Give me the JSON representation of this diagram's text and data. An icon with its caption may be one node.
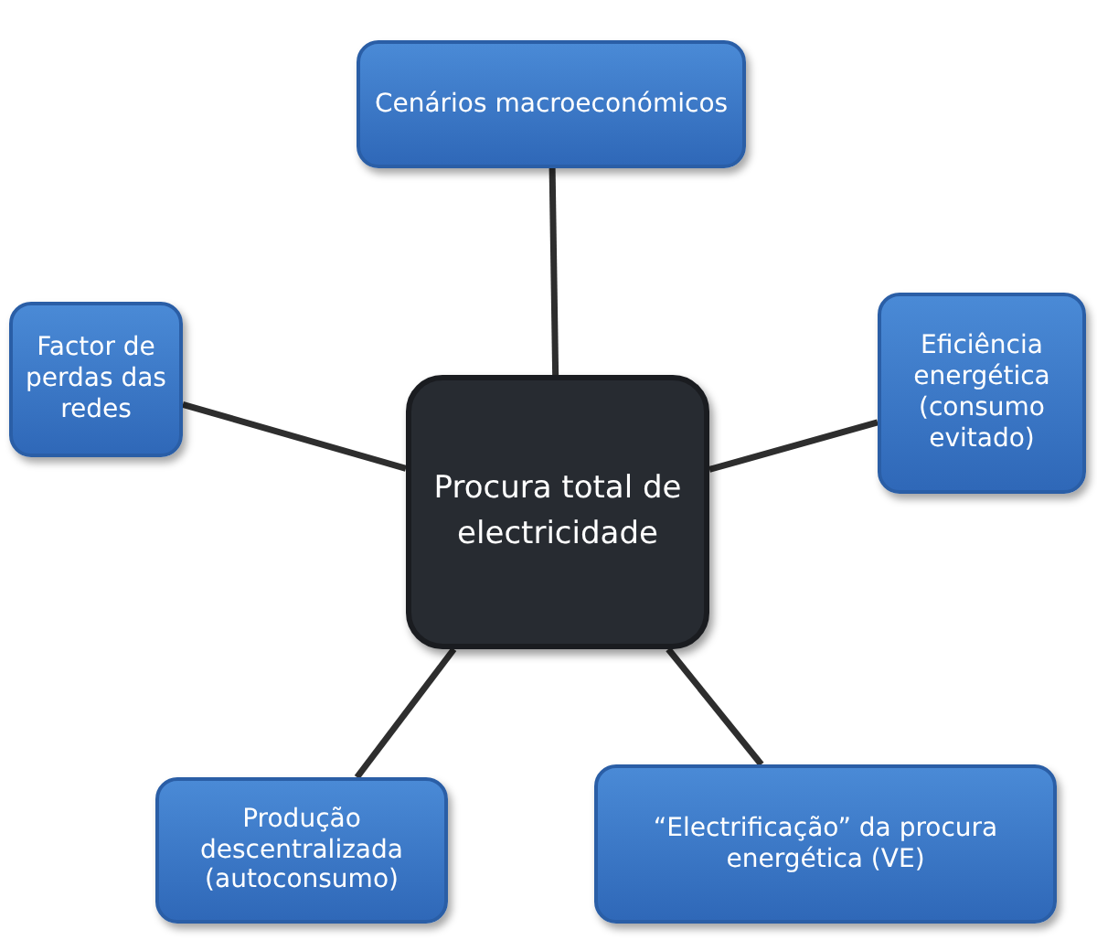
{
  "diagram": {
    "nodes": [
      {
        "text": [
          "Cenários macroeconómicos"
        ]
      },
      {
        "text": [
          "Factor de perdas das redes"
        ]
      },
      {
        "text": [
          "Procura total de electricidade"
        ]
      },
      {
        "text": [
          "Eficiência energética (consumo evitado)"
        ]
      },
      {
        "text": [
          "Produção descentralizada (autoconsumo)"
        ]
      },
      {
        "text": [
          "“Electrificação” da procura energética (VE)"
        ]
      }
    ],
    "edges": [
      {
        "from": 0,
        "to": 2,
        "arrow": "none"
      },
      {
        "from": 1,
        "to": 2,
        "arrow": "none"
      },
      {
        "from": 3,
        "to": 2,
        "arrow": "none"
      },
      {
        "from": 4,
        "to": 2,
        "arrow": "none"
      },
      {
        "from": 5,
        "to": 2,
        "arrow": "none"
      }
    ]
  }
}
